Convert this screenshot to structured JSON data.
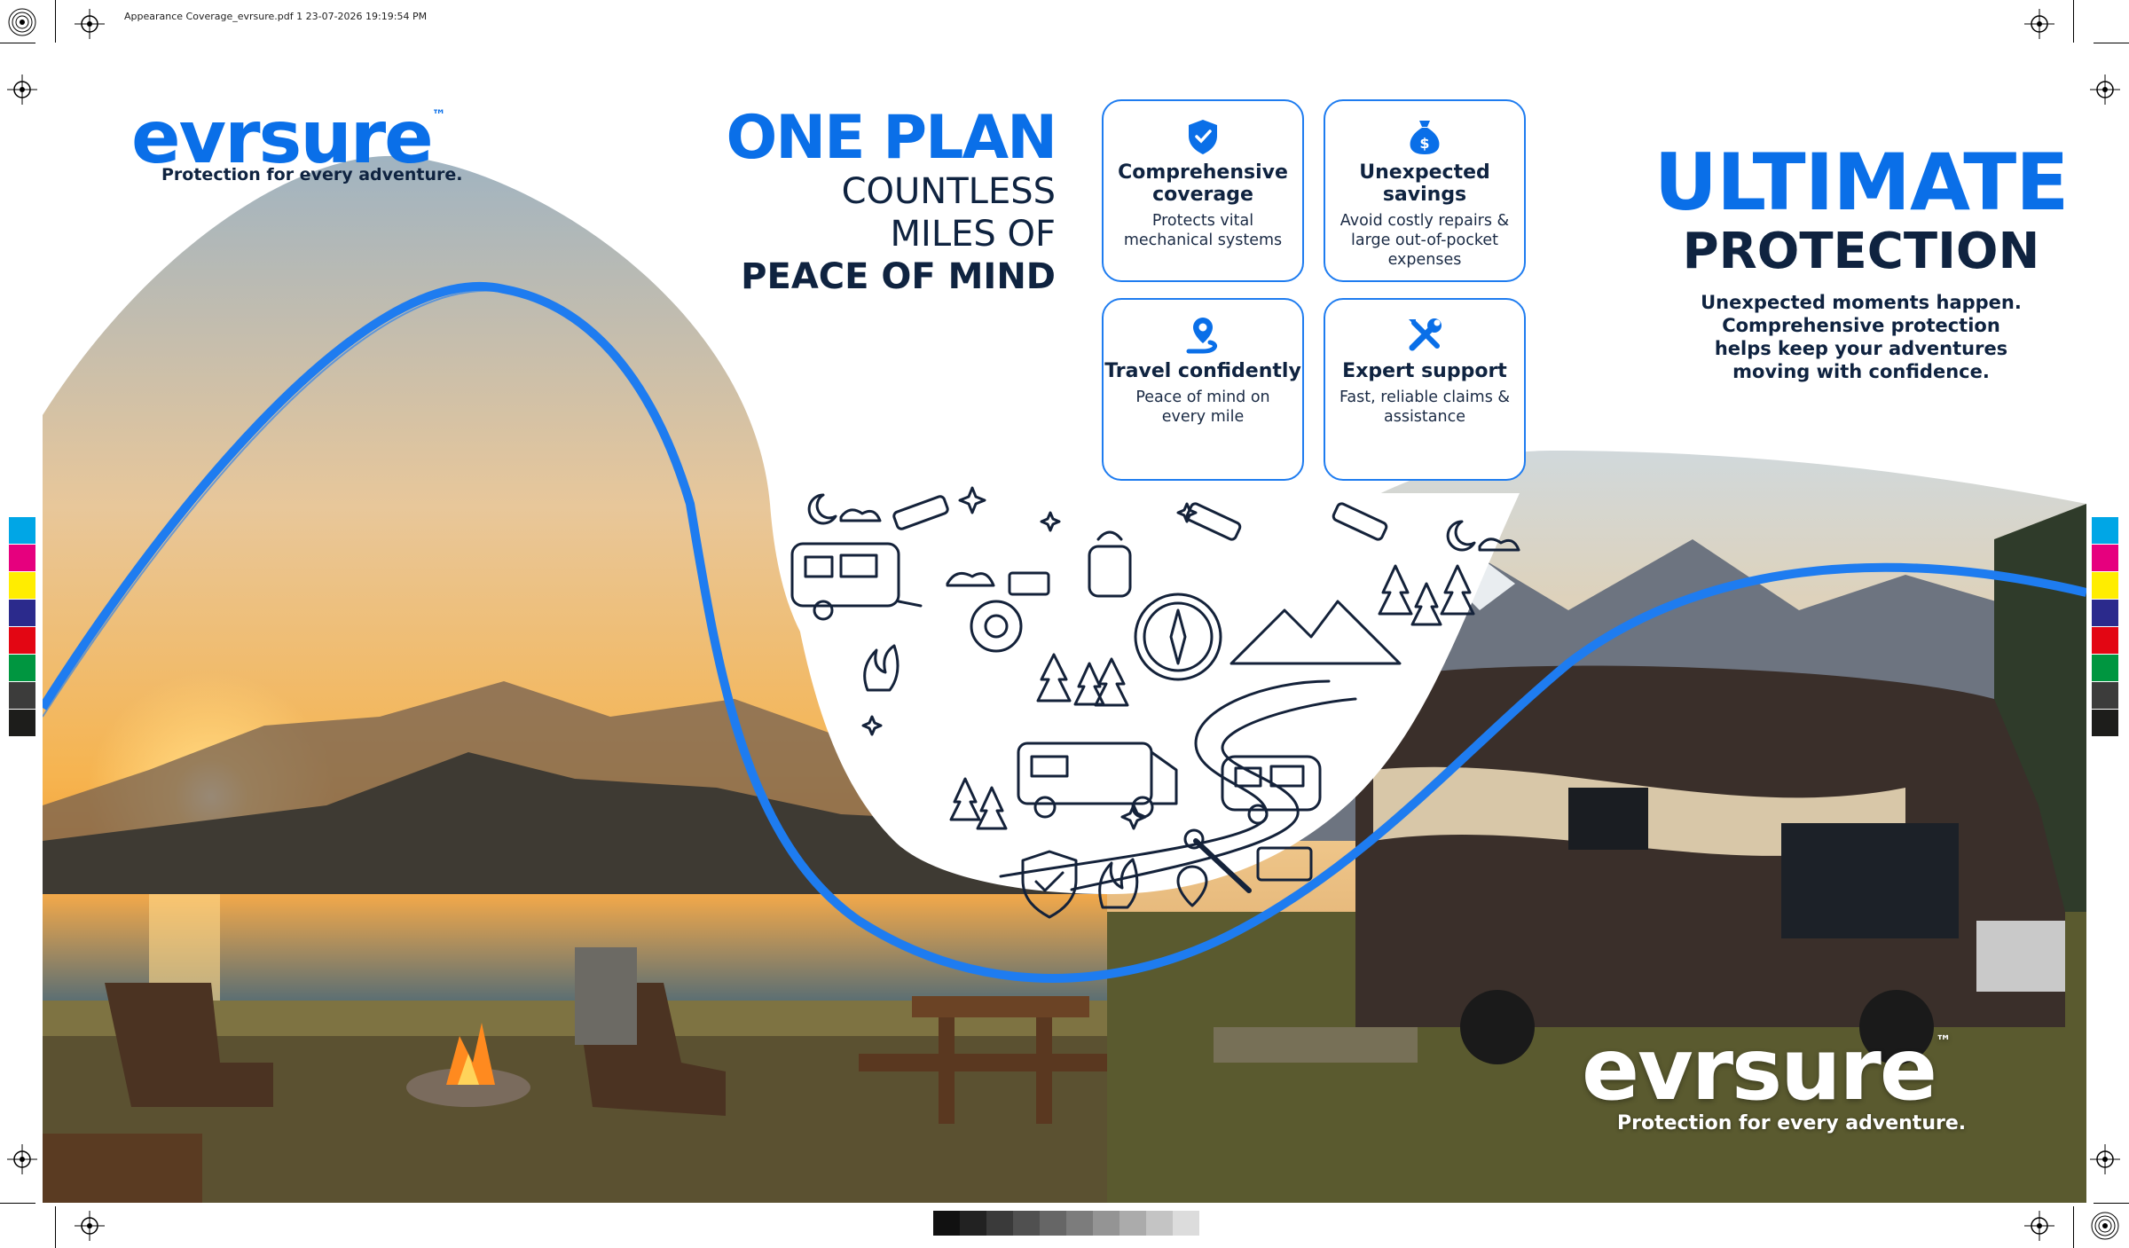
{
  "slug": "Appearance Coverage_evrsure.pdf  1  23-07-2026  19:19:54 PM",
  "brand": {
    "logo": "evrsure",
    "tm": "™",
    "tagline": "Protection for every adventure."
  },
  "headline_left": {
    "line1": "ONE PLAN",
    "line2": "COUNTLESS",
    "line3": "MILES OF",
    "line4": "PEACE OF MIND"
  },
  "cards": [
    {
      "icon": "shield-check-icon",
      "title": "Comprehensive coverage",
      "desc": "Protects vital mechanical systems"
    },
    {
      "icon": "money-bag-icon",
      "title": "Unexpected savings",
      "desc": "Avoid costly repairs & large out-of-pocket expenses"
    },
    {
      "icon": "map-pin-route-icon",
      "title": "Travel confidently",
      "desc": "Peace of mind on every mile"
    },
    {
      "icon": "tools-icon",
      "title": "Expert support",
      "desc": "Fast, reliable claims & assistance"
    }
  ],
  "headline_right": {
    "line1": "ULTIMATE",
    "line2": "PROTECTION",
    "body": "Unexpected moments happen. Comprehensive protection helps keep your adventures moving with confidence."
  },
  "colors": {
    "brand_blue": "#0a6fe8",
    "navy": "#0f2340",
    "card_border": "#1e7cf0"
  }
}
